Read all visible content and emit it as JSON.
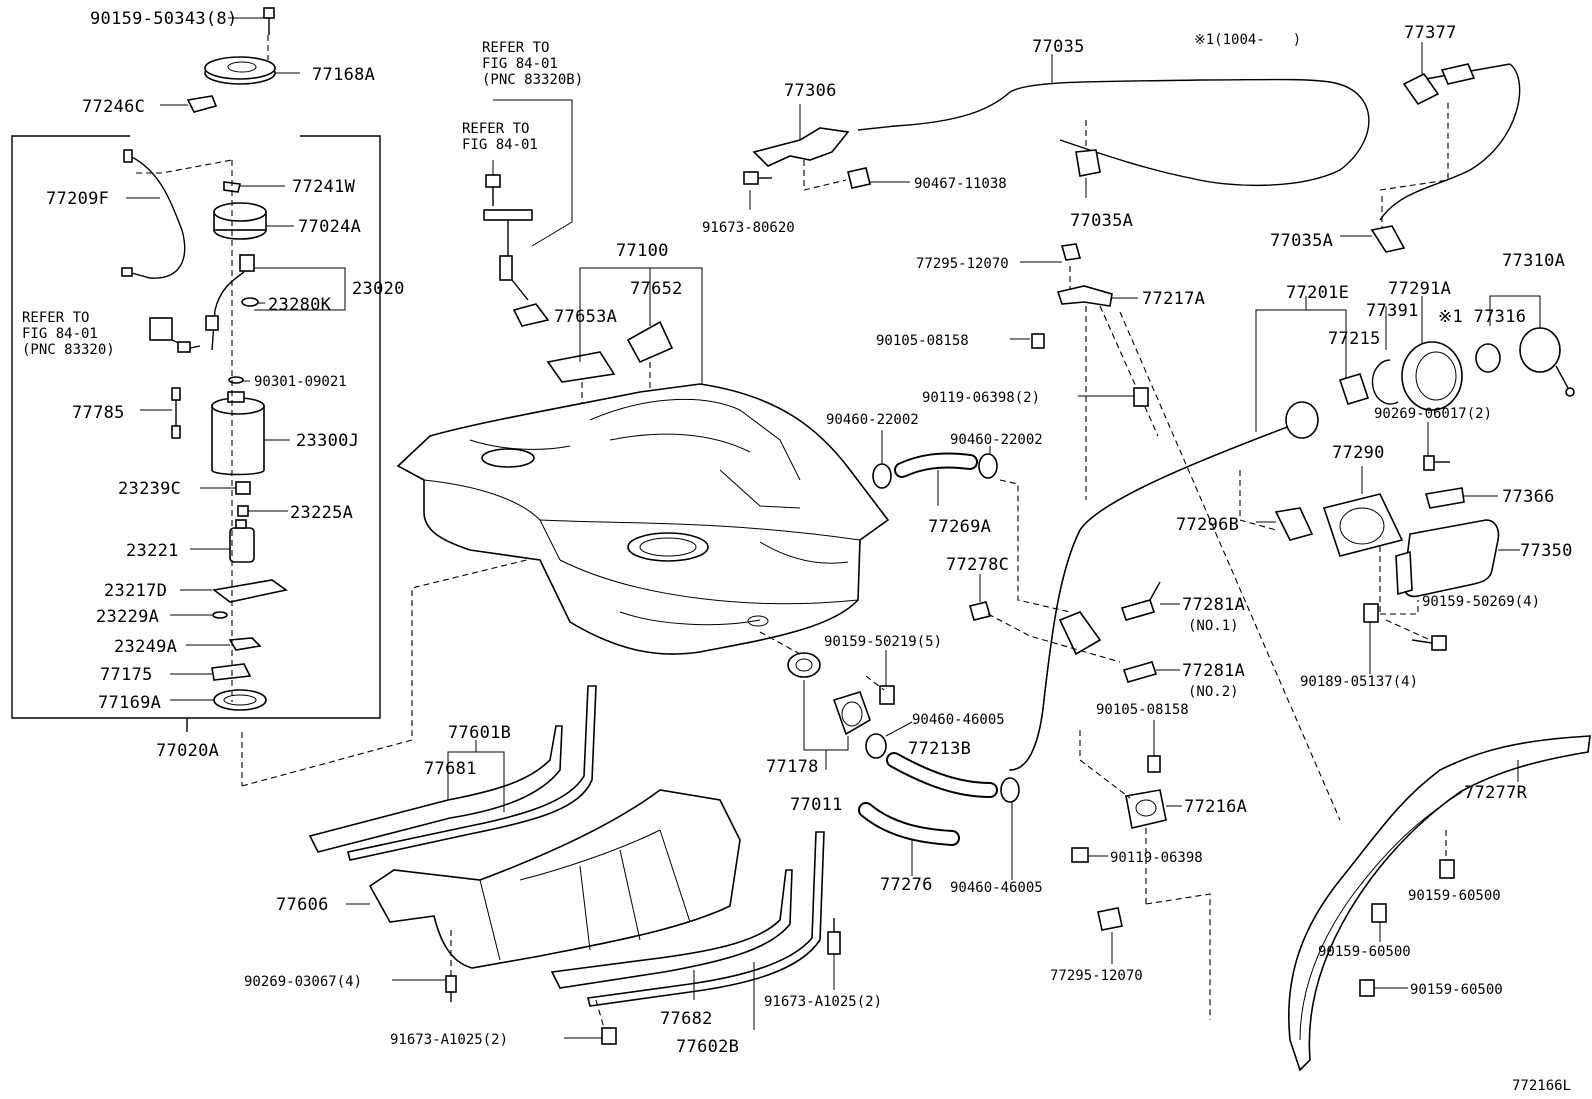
{
  "labels": {
    "p90159_50343": "90159-50343(8)",
    "p77168A": "77168A",
    "p77246C": "77246C",
    "p77209F": "77209F",
    "p77241W": "77241W",
    "p77024A": "77024A",
    "p23020": "23020",
    "p23280K": "23280K",
    "refer_pnc83320_1": "REFER TO",
    "refer_pnc83320_2": "FIG 84-01",
    "refer_pnc83320_3": "(PNC 83320)",
    "p90301_09021": "90301-09021",
    "p77785": "77785",
    "p23300J": "23300J",
    "p23239C": "23239C",
    "p23225A": "23225A",
    "p23221": "23221",
    "p23217D": "23217D",
    "p23229A": "23229A",
    "p23249A": "23249A",
    "p77175": "77175",
    "p77169A": "77169A",
    "p77020A": "77020A",
    "refer_top_1": "REFER TO",
    "refer_top_2": "FIG 84-01",
    "refer_top_3": "(PNC 83320B)",
    "refer_mid_1": "REFER TO",
    "refer_mid_2": "FIG 84-01",
    "p77100": "77100",
    "p77652": "77652",
    "p77653A": "77653A",
    "p77306": "77306",
    "p90467_11038": "90467-11038",
    "p91673_80620": "91673-80620",
    "p77035": "77035",
    "p77035A_1": "77035A",
    "note_1004": "※1(1004-　　)",
    "p77377": "77377",
    "p77035A_2": "77035A",
    "p77295_12070_a": "77295-12070",
    "p77217A": "77217A",
    "p90105_08158_a": "90105-08158",
    "p90119_06398_2": "90119-06398(2)",
    "p90460_22002_a": "90460-22002",
    "p90460_22002_b": "90460-22002",
    "p77269A": "77269A",
    "p77201E": "77201E",
    "p77291A": "77291A",
    "p77310A": "77310A",
    "p77391": "77391",
    "p77215": "77215",
    "p77316": "※1 77316",
    "p90269_06017": "90269-06017(2)",
    "p77290": "77290",
    "p77366": "77366",
    "p77296B": "77296B",
    "p77350": "77350",
    "p77278C": "77278C",
    "p77281A_1": "77281A",
    "p77281A_1_sub": "(NO.1)",
    "p77281A_2": "77281A",
    "p77281A_2_sub": "(NO.2)",
    "p90159_50269": "90159-50269(4)",
    "p90189_05137": "90189-05137(4)",
    "p90159_50219": "90159-50219(5)",
    "p90460_46005_a": "90460-46005",
    "p77213B": "77213B",
    "p77178": "77178",
    "p77011": "77011",
    "p90105_08158_b": "90105-08158",
    "p77216A": "77216A",
    "p90119_06398": "90119-06398",
    "p77277R": "77277R",
    "p90159_60500_a": "90159-60500",
    "p90159_60500_b": "90159-60500",
    "p90159_60500_c": "90159-60500",
    "p77276": "77276",
    "p90460_46005_b": "90460-46005",
    "p77295_12070_b": "77295-12070",
    "p77601B": "77601B",
    "p77681": "77681",
    "p77606": "77606",
    "p90269_03067": "90269-03067(4)",
    "p91673_A1025_a": "91673-A1025(2)",
    "p91673_A1025_b": "91673-A1025(2)",
    "p77682": "77682",
    "p77602B": "77602B",
    "figure_id": "772166L"
  }
}
